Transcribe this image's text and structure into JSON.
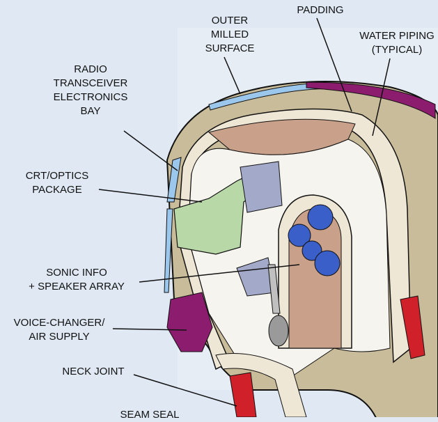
{
  "labels": {
    "outer_milled": [
      "OUTER",
      "MILLED",
      "SURFACE"
    ],
    "padding": [
      "PADDING"
    ],
    "water_piping": [
      "WATER PIPING",
      "(TYPICAL)"
    ],
    "radio": [
      "RADIO",
      "TRANSCEIVER",
      "ELECTRONICS",
      "BAY"
    ],
    "crt": [
      "CRT/OPTICS",
      "PACKAGE"
    ],
    "sonic": [
      "SONIC INFO",
      "+ SPEAKER ARRAY"
    ],
    "voice": [
      "VOICE-CHANGER/",
      "AIR SUPPLY"
    ],
    "neck": [
      "NECK JOINT"
    ],
    "seam": [
      "SEAM SEAL"
    ]
  },
  "colors": {
    "background": "#dfe8f3",
    "shell": "#c9bc9a",
    "padding": "#efe7d6",
    "water_piping": "#8c1c6e",
    "outer_surface": "#9cc7ec",
    "crt_package": "#b9d8a8",
    "speakers": "#3a5fc8",
    "neck_joint": "#d0202a",
    "inner_cavity": "#c9a08a"
  }
}
